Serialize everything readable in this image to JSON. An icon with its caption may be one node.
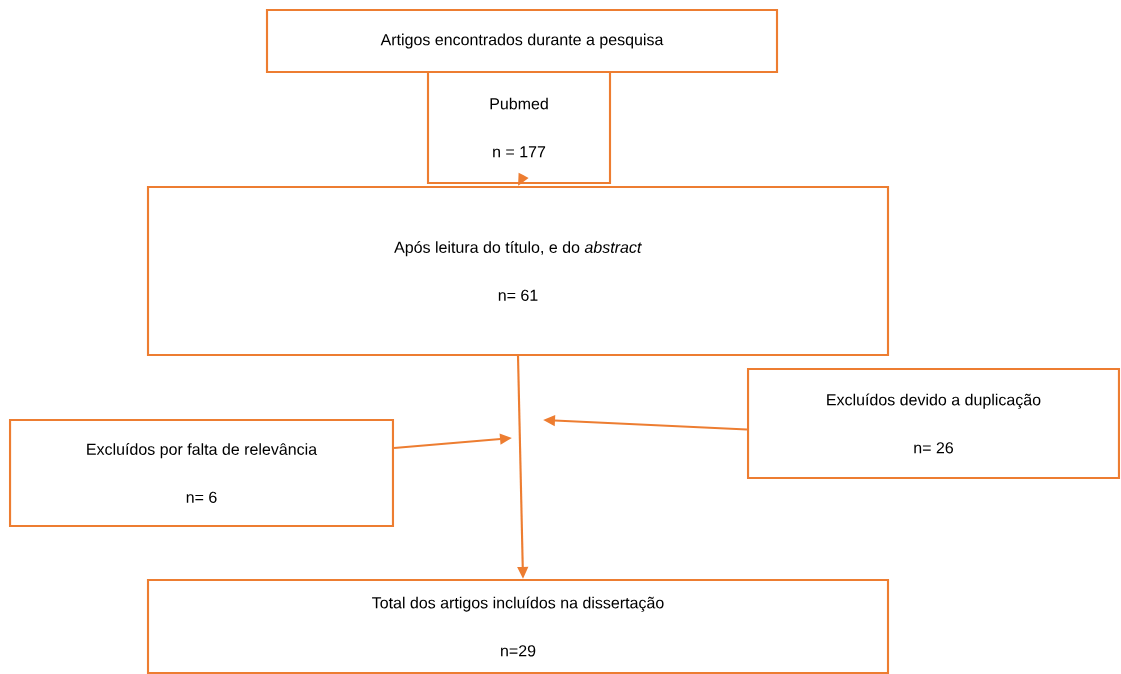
{
  "diagram": {
    "nodes": [
      {
        "text": [
          "Artigos encontrados durante a pesquisa"
        ]
      },
      {
        "text": [
          "Pubmed",
          "n = 177"
        ]
      },
      {
        "text": [
          "Após leitura do título, e do *abstract*",
          "n= 61"
        ]
      },
      {
        "text": [
          "Excluídos devido a duplicação",
          "n= 26"
        ]
      },
      {
        "text": [
          "Excluídos por falta de relevância",
          "n= 6"
        ]
      },
      {
        "text": [
          "Total dos artigos incluídos na dissertação",
          "n=29"
        ]
      }
    ],
    "edges": [
      {
        "from": 1,
        "to": 2,
        "arrow": "to"
      },
      {
        "from": 2,
        "to": 5,
        "arrow": "to"
      },
      {
        "from": 3,
        "to": null,
        "arrow": "to"
      },
      {
        "from": 4,
        "to": null,
        "arrow": "to"
      }
    ]
  }
}
